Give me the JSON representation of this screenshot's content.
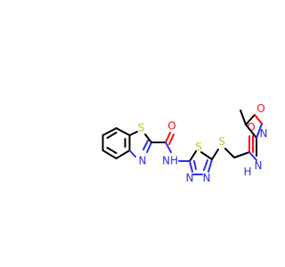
{
  "colors": {
    "carbon": "#000000",
    "S": "#c6c62b",
    "N": "#2f2fe5",
    "O": "#ff0d0d",
    "background": "#ffffff"
  },
  "atom_labels": {
    "s_benzothiazole": "S",
    "n_benzothiazole": "N",
    "o_amide1": "O",
    "nh_amide1": "NH",
    "s_thiadiazole": "S",
    "n_thiadiazole_a": "N",
    "n_thiadiazole_b": "N",
    "s_thioether": "S",
    "o_amide2": "O",
    "nh_amide2": "N",
    "h_amide2": "H",
    "n_isoxazole": "N",
    "o_isoxazole": "O"
  }
}
